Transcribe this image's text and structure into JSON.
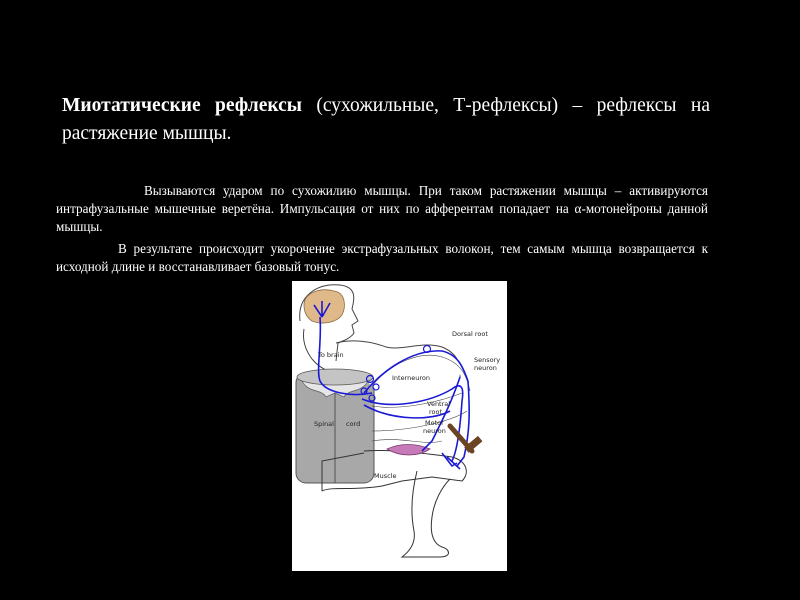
{
  "slide": {
    "title": {
      "bold": "Миотатические рефлексы",
      "rest": " (сухожильные, Т-рефлексы) – рефлексы на растяжение мышцы."
    },
    "paragraphs": [
      "Вызываются ударом по сухожилию мышцы. При таком растяжении мышцы – активируются интрафузальные мышечные веретёна. Импульсация от них по афферентам попадает на α-мотонейроны данной мышцы.",
      "В результате происходит укорочение экстрафузальных волокон, тем самым мышца возвращается к исходной длине и восстанавливает базовый тонус."
    ],
    "figure": {
      "labels": {
        "to_brain": "To brain",
        "dorsal_root": "Dorsal root",
        "sensory_neuron_1": "Sensory",
        "sensory_neuron_2": "neuron",
        "interneuron": "Interneuron",
        "ventral_root_1": "Ventral",
        "ventral_root_2": "root",
        "motor_neuron_1": "Motor",
        "motor_neuron_2": "neuron",
        "spinal": "Spinal",
        "cord": "cord",
        "muscle": "Muscle"
      },
      "colors": {
        "nerve": "#1a1ad6",
        "brain": "#e0b98a",
        "cord": "#a8a8a8",
        "muscle": "#c77ab8",
        "hammer": "#6b4423"
      }
    }
  }
}
